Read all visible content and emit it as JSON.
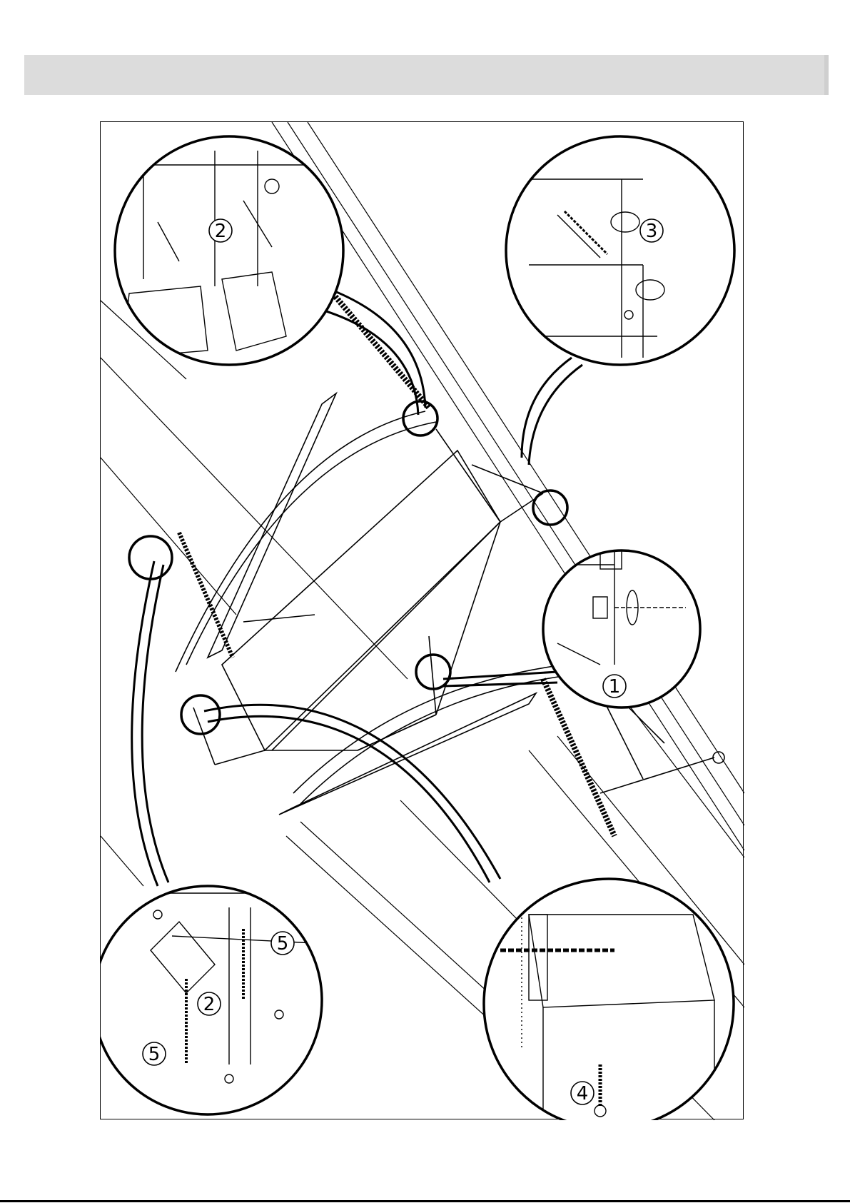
{
  "page": {
    "background": "#ffffff",
    "header_band_color": "#dcdcdc"
  },
  "figure": {
    "callouts": [
      {
        "id": "1",
        "label": "1"
      },
      {
        "id": "2a",
        "label": "2"
      },
      {
        "id": "3",
        "label": "3"
      },
      {
        "id": "2b",
        "label": "2"
      },
      {
        "id": "4",
        "label": "4"
      },
      {
        "id": "5a",
        "label": "5"
      },
      {
        "id": "5b",
        "label": "5"
      }
    ]
  }
}
